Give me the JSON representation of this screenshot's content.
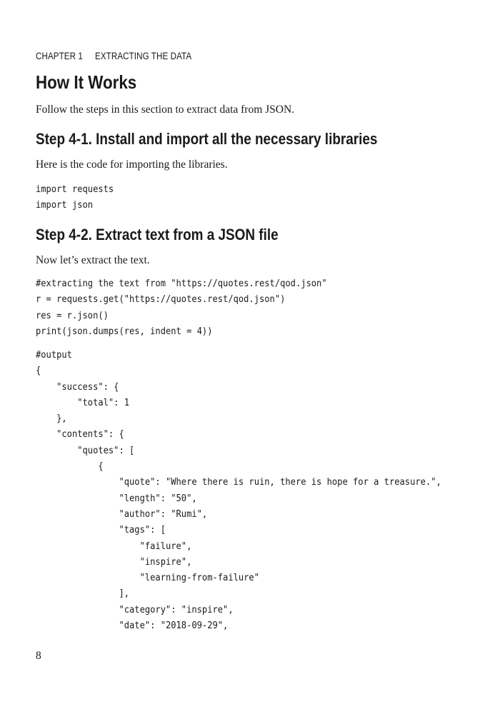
{
  "header": {
    "chapter": "CHAPTER 1",
    "chapter_title": "EXTRACTING THE DATA"
  },
  "section": {
    "title": "How It Works",
    "intro": "Follow the steps in this section to extract data from JSON."
  },
  "steps": [
    {
      "heading": "Step 4-1. Install and import all the necessary libraries",
      "text": "Here is the code for importing the libraries.",
      "code": "import requests\nimport json"
    },
    {
      "heading": "Step 4-2. Extract text from a JSON file",
      "text": "Now let’s extract the text.",
      "code": "#extracting the text from \"https://quotes.rest/qod.json\"\nr = requests.get(\"https://quotes.rest/qod.json\")\nres = r.json()\nprint(json.dumps(res, indent = 4))",
      "output": "#output\n{\n    \"success\": {\n        \"total\": 1\n    },\n    \"contents\": {\n        \"quotes\": [\n            {\n                \"quote\": \"Where there is ruin, there is hope for a treasure.\",\n                \"length\": \"50\",\n                \"author\": \"Rumi\",\n                \"tags\": [\n                    \"failure\",\n                    \"inspire\",\n                    \"learning-from-failure\"\n                ],\n                \"category\": \"inspire\",\n                \"date\": \"2018-09-29\","
    }
  ],
  "footer": {
    "page_number": "8"
  }
}
